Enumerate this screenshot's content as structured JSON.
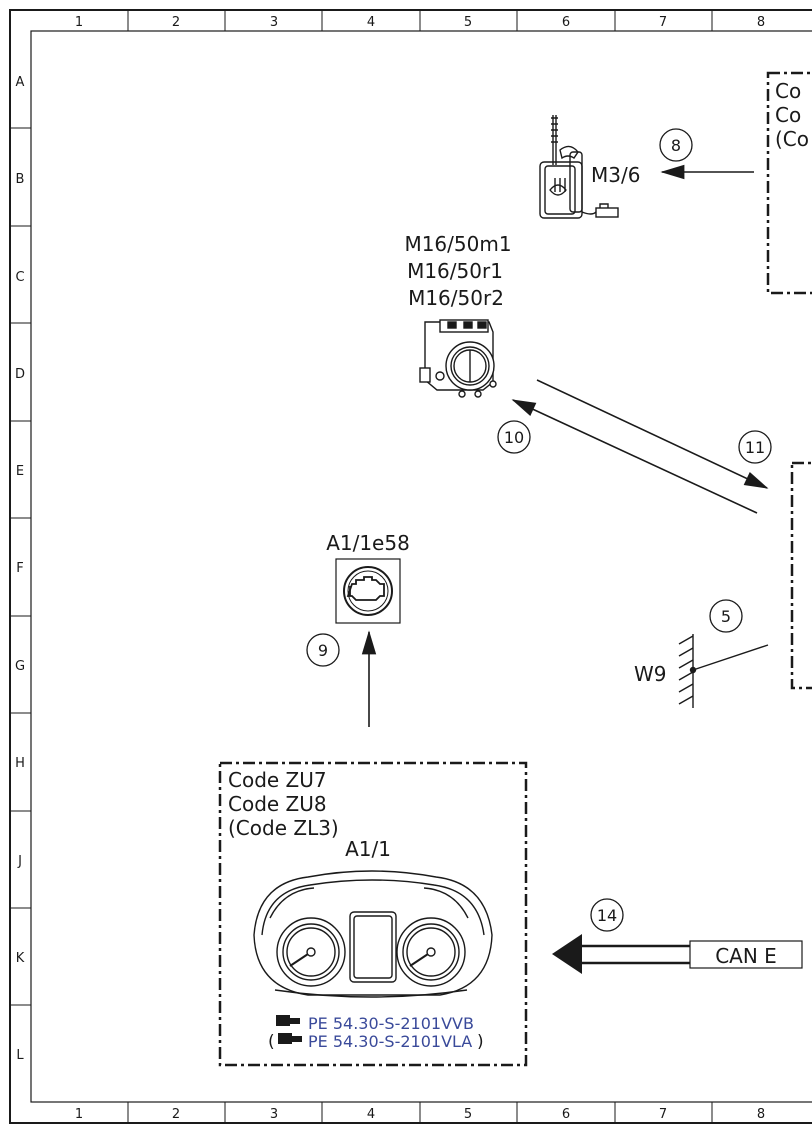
{
  "grid": {
    "columns": [
      "1",
      "2",
      "3",
      "4",
      "5",
      "6",
      "7",
      "8"
    ],
    "rows": [
      "A",
      "B",
      "C",
      "D",
      "E",
      "F",
      "G",
      "H",
      "J",
      "K",
      "L"
    ]
  },
  "components": {
    "fuel_pump": {
      "label": "M3/6"
    },
    "throttle": {
      "label_1": "M16/50m1",
      "label_2": "M16/50r1",
      "label_3": "M16/50r2"
    },
    "engine_lamp": {
      "label": "A1/1e58"
    },
    "ground": {
      "label": "W9"
    },
    "cluster": {
      "label": "A1/1"
    }
  },
  "boxes": {
    "top_right": {
      "line_1": "Co",
      "line_2": "Co",
      "line_3": "(Co"
    },
    "mid_right": {
      "line_1": "",
      "line_2": "",
      "line_3": ""
    },
    "cluster": {
      "line_1": "Code ZU7",
      "line_2": "Code ZU8",
      "line_3": "(Code ZL3)"
    }
  },
  "callouts": {
    "c8": "8",
    "c10": "10",
    "c11": "11",
    "c9": "9",
    "c5": "5",
    "c14": "14"
  },
  "bus": {
    "label": "CAN E"
  },
  "references": {
    "ref_1": "PE 54.30-S-2101VVB",
    "ref_2": "PE 54.30-S-2101VLA",
    "paren_open": "(",
    "paren_close": ")"
  }
}
